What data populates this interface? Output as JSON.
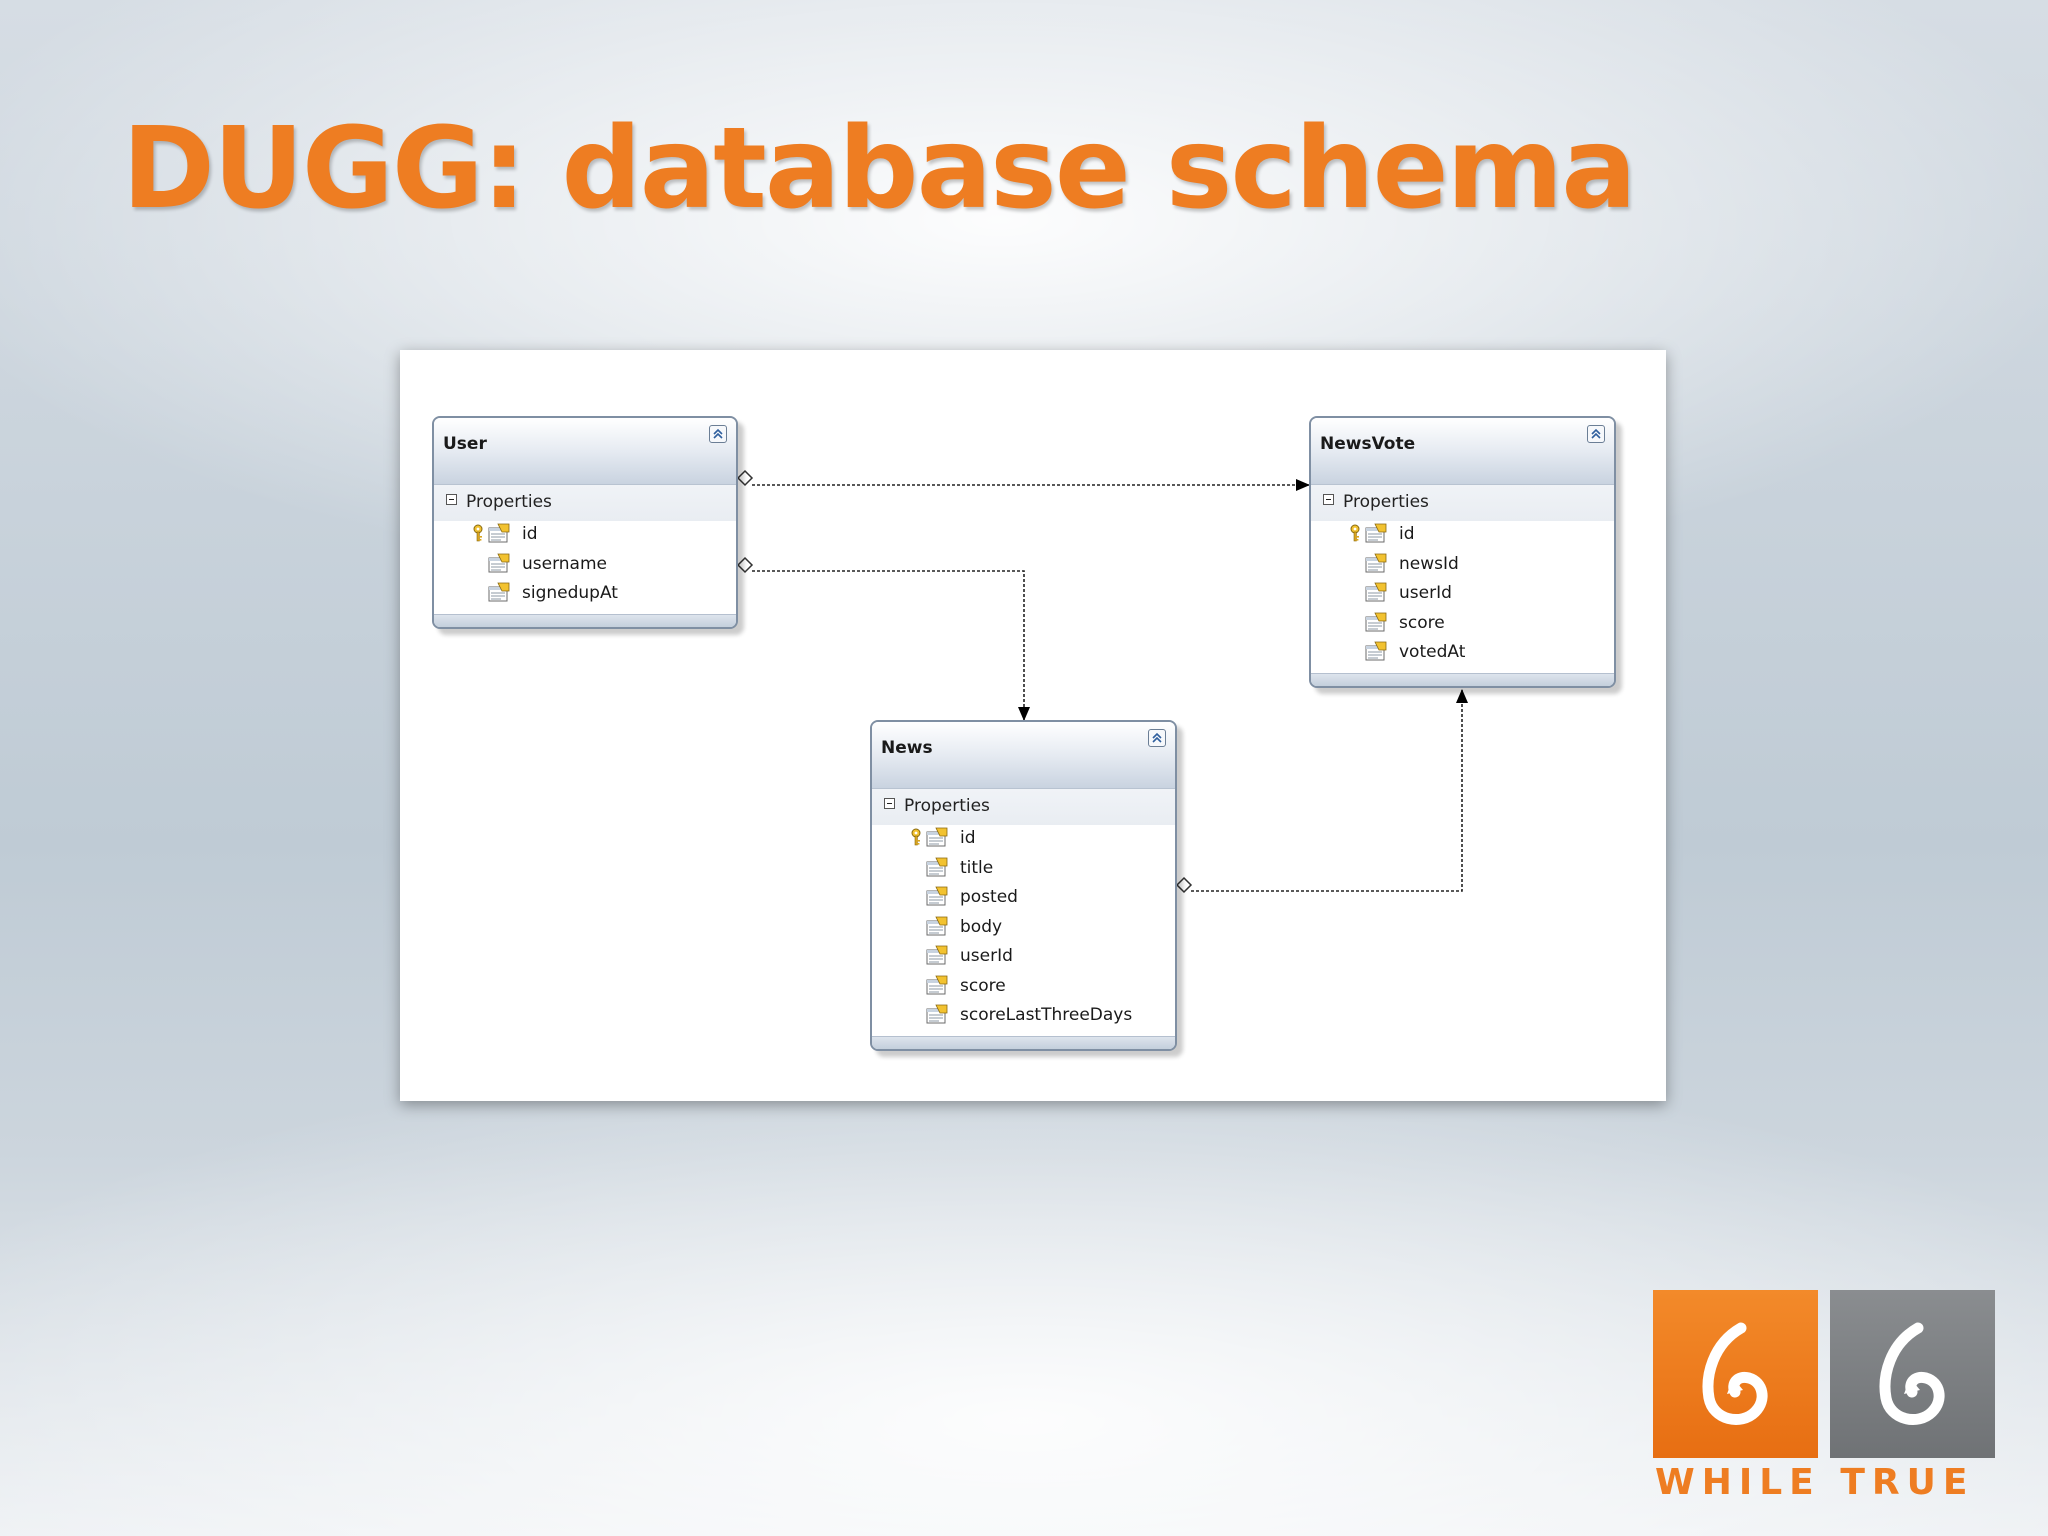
{
  "slide": {
    "title": "DUGG: database schema"
  },
  "diagram": {
    "entities": [
      {
        "id": "user",
        "name": "User",
        "section": "Properties",
        "properties": [
          {
            "name": "id",
            "key": true
          },
          {
            "name": "username",
            "key": false
          },
          {
            "name": "signedupAt",
            "key": false
          }
        ]
      },
      {
        "id": "newsvote",
        "name": "NewsVote",
        "section": "Properties",
        "properties": [
          {
            "name": "id",
            "key": true
          },
          {
            "name": "newsId",
            "key": false
          },
          {
            "name": "userId",
            "key": false
          },
          {
            "name": "score",
            "key": false
          },
          {
            "name": "votedAt",
            "key": false
          }
        ]
      },
      {
        "id": "news",
        "name": "News",
        "section": "Properties",
        "properties": [
          {
            "name": "id",
            "key": true
          },
          {
            "name": "title",
            "key": false
          },
          {
            "name": "posted",
            "key": false
          },
          {
            "name": "body",
            "key": false
          },
          {
            "name": "userId",
            "key": false
          },
          {
            "name": "score",
            "key": false
          },
          {
            "name": "scoreLastThreeDays",
            "key": false
          }
        ]
      }
    ],
    "associations": [
      {
        "from": "User",
        "to": "NewsVote"
      },
      {
        "from": "User",
        "to": "News"
      },
      {
        "from": "News",
        "to": "NewsVote"
      }
    ]
  },
  "logo": {
    "word1": "WHILE",
    "word2": "TRUE",
    "brand_orange": "#ee7d22",
    "brand_grey": "#7d8083"
  }
}
